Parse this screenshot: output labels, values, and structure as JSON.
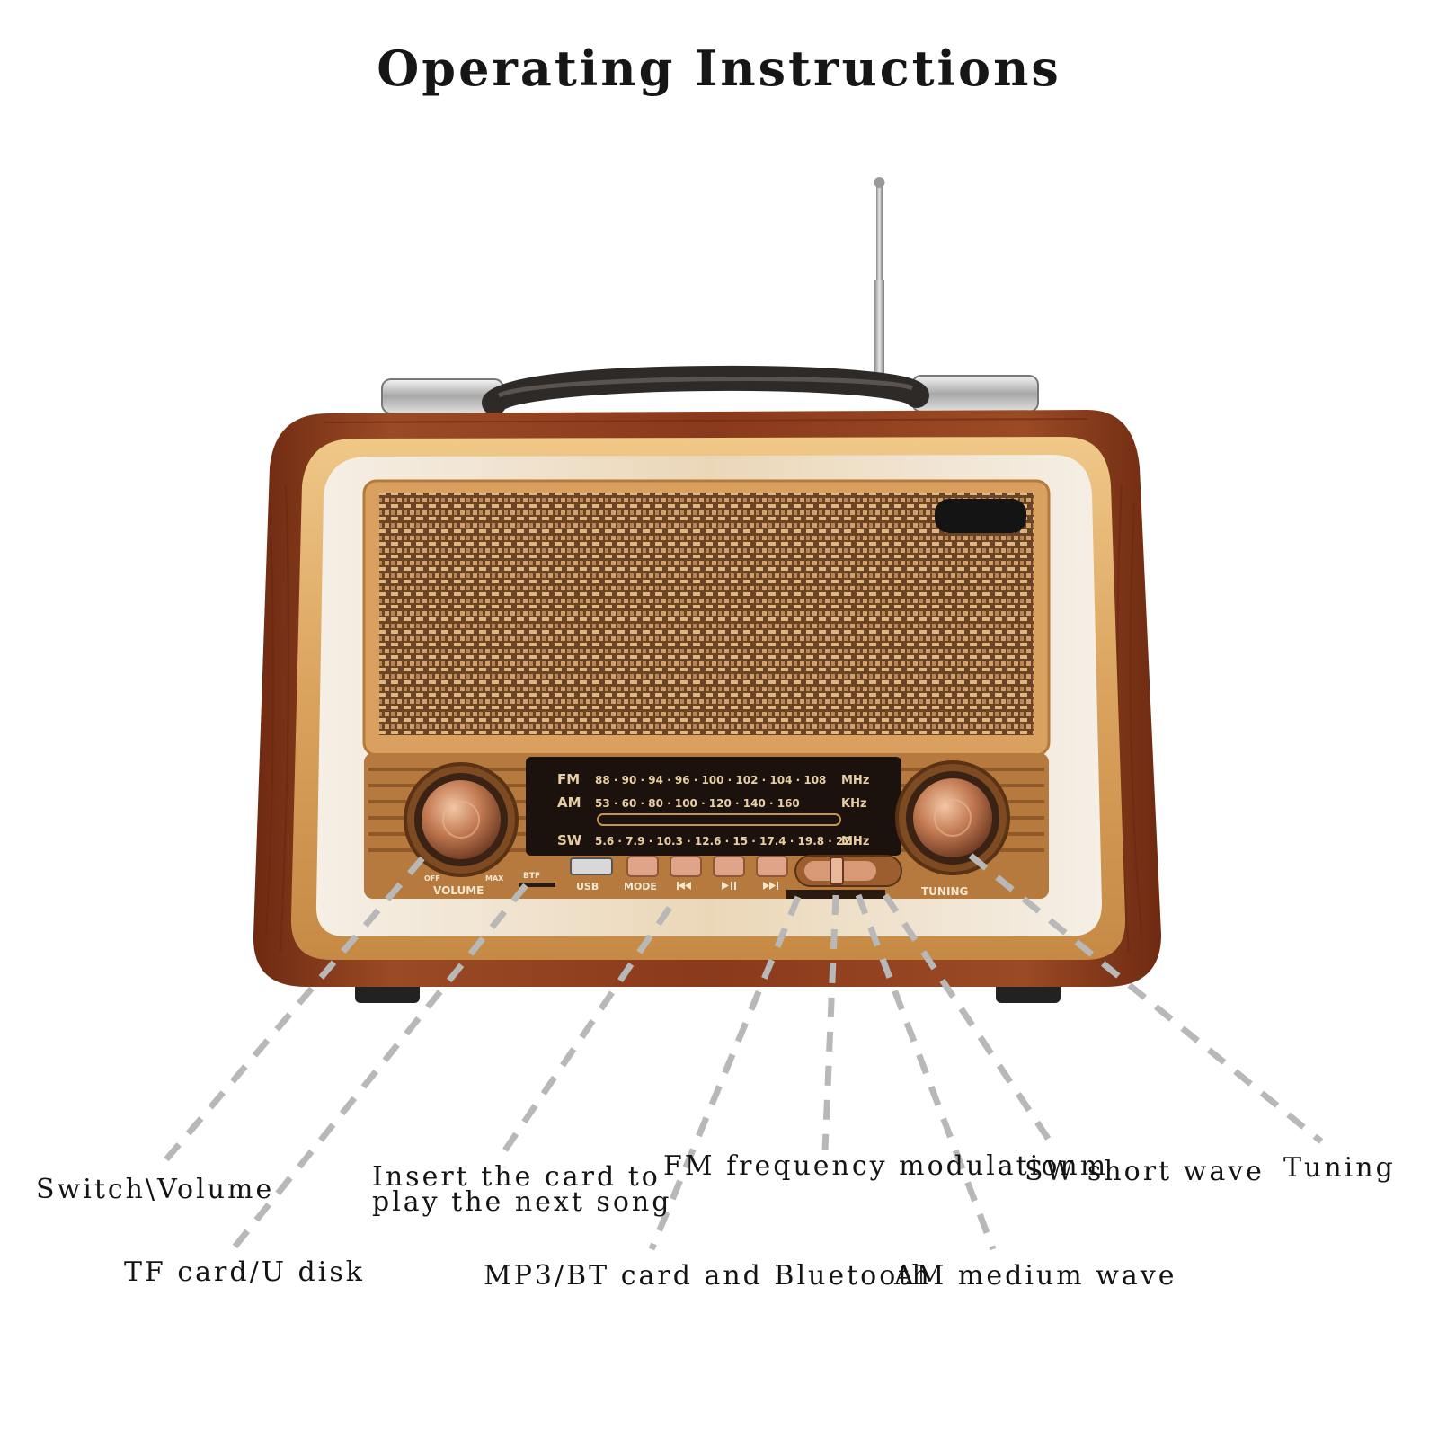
{
  "title": "Operating Instructions",
  "dial": {
    "fm": {
      "band": "FM",
      "marks": "88 · 90 · 94 · 96 · 100 · 102 · 104 · 108",
      "unit": "MHz"
    },
    "am": {
      "band": "AM",
      "marks": "53 · 60 · 80 · 100 · 120 · 140 · 160",
      "unit": "KHz"
    },
    "sw": {
      "band": "SW",
      "marks": "5.6 · 7.9 · 10.3 · 12.6 · 15 · 17.4 · 19.8 · 22",
      "unit": "MHz"
    }
  },
  "panel": {
    "volume_label": "VOLUME",
    "off_label": "OFF",
    "max_label": "MAX",
    "btf_label": "BTF",
    "usb_label": "USB",
    "mode_label": "MODE",
    "prev_icon": "previous-track-icon",
    "play_pause_icon": "play-pause-icon",
    "next_icon": "next-track-icon",
    "tuning_label": "TUNING"
  },
  "callouts": {
    "switch_volume": "Switch\\Volume",
    "tf_card": "TF card/U disk",
    "insert_card_line1": "Insert the card to",
    "insert_card_line2": "play the next song",
    "mp3_bt": "MP3/BT card and Bluetooth",
    "fm": "FM frequency modulationm",
    "am": "AM medium wave",
    "sw": "SW short wave",
    "tuning": "Tuning"
  },
  "colors": {
    "wood": "#8a3a1c",
    "gold_frame": "#d9a25d",
    "grille": "#c9915a",
    "dial_face": "#1c120d",
    "leader_line": "#b8b8b8"
  }
}
